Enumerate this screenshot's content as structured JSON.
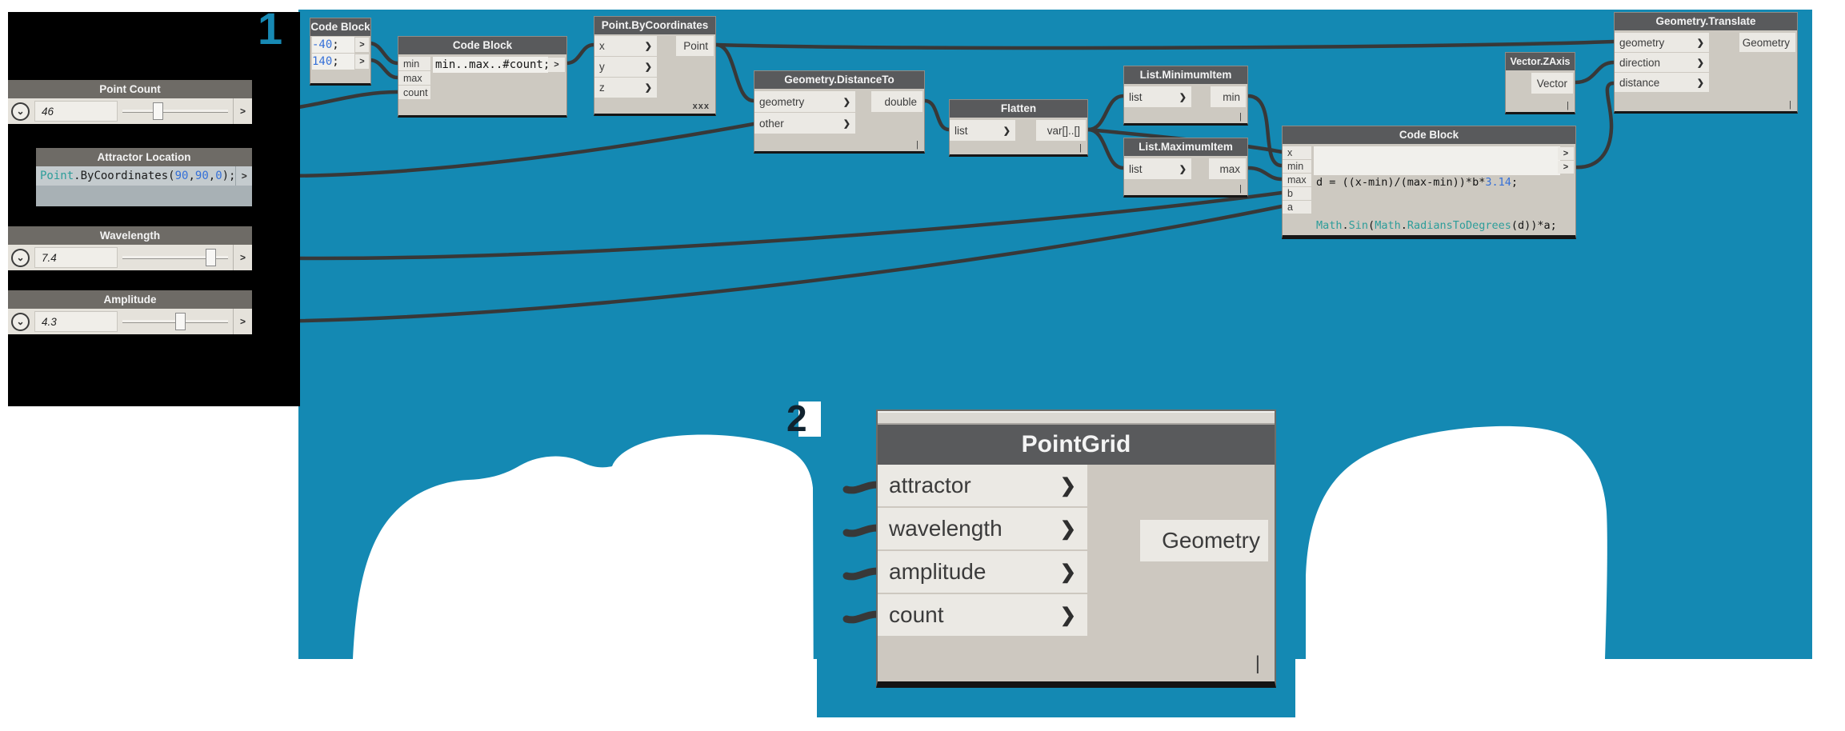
{
  "colors": {
    "canvas_teal": "#1489B3",
    "node_header": "#595A5C",
    "node_body": "#CDC9C1",
    "port_row": "#EBE9E4",
    "wire": "#383838",
    "code_number_blue": "#3570D8",
    "code_class_teal": "#2D9D9A",
    "annotation_1": "#1789B4",
    "annotation_2": "#10222E"
  },
  "icons": {
    "port": ">",
    "chevron": "❯",
    "dropdown": "⌄"
  },
  "annotations": {
    "n1": "1",
    "n2": "2"
  },
  "panel": {
    "point_count": {
      "title": "Point Count",
      "value": "46"
    },
    "attractor": {
      "title": "Attractor Location",
      "code": {
        "cls": "Point",
        "mid": ".ByCoordinates(",
        "n1": "90",
        "c1": ",",
        "n2": "90",
        "c2": ",",
        "n3": "0",
        "end": ");"
      }
    },
    "wavelength": {
      "title": "Wavelength",
      "value": "7.4"
    },
    "amplitude": {
      "title": "Amplitude",
      "value": "4.3"
    }
  },
  "nodes": {
    "cb1": {
      "title": "Code Block",
      "l1n": "-40",
      "l1e": ";",
      "l2n": "140",
      "l2e": ";"
    },
    "cb2": {
      "title": "Code Block",
      "inputs": [
        "min",
        "max",
        "count"
      ],
      "code": "min..max..#count;"
    },
    "pbc": {
      "title": "Point.ByCoordinates",
      "inputs": [
        "x",
        "y",
        "z"
      ],
      "output": "Point",
      "lacing": "xxx"
    },
    "dist": {
      "title": "Geometry.DistanceTo",
      "inputs": [
        "geometry",
        "other"
      ],
      "output": "double",
      "lacing": "|"
    },
    "flatten": {
      "title": "Flatten",
      "inputs": [
        "list"
      ],
      "output": "var[]..[]",
      "lacing": "|"
    },
    "lmin": {
      "title": "List.MinimumItem",
      "inputs": [
        "list"
      ],
      "output": "min",
      "lacing": "|"
    },
    "lmax": {
      "title": "List.MaximumItem",
      "inputs": [
        "list"
      ],
      "output": "max",
      "lacing": "|"
    },
    "cb3": {
      "title": "Code Block",
      "inputs": [
        "x",
        "min",
        "max",
        "b",
        "a"
      ],
      "line1a": "d = ((x-min)/(max-min))*b*",
      "line1n": "3.14",
      "line1b": ";",
      "l2m1": "Math",
      "l2d1": ".",
      "l2f1": "Sin",
      "l2p1": "(",
      "l2m2": "Math",
      "l2d2": ".",
      "l2f2": "RadiansToDegrees",
      "l2p2": "(d))*a;"
    },
    "zaxis": {
      "title": "Vector.ZAxis",
      "output": "Vector",
      "lacing": "|"
    },
    "translate": {
      "title": "Geometry.Translate",
      "inputs": [
        "geometry",
        "direction",
        "distance"
      ],
      "output": "Geometry",
      "lacing": "|"
    },
    "pointgrid": {
      "title": "PointGrid",
      "inputs": [
        "attractor",
        "wavelength",
        "amplitude",
        "count"
      ],
      "output": "Geometry",
      "lacing": "|"
    }
  }
}
